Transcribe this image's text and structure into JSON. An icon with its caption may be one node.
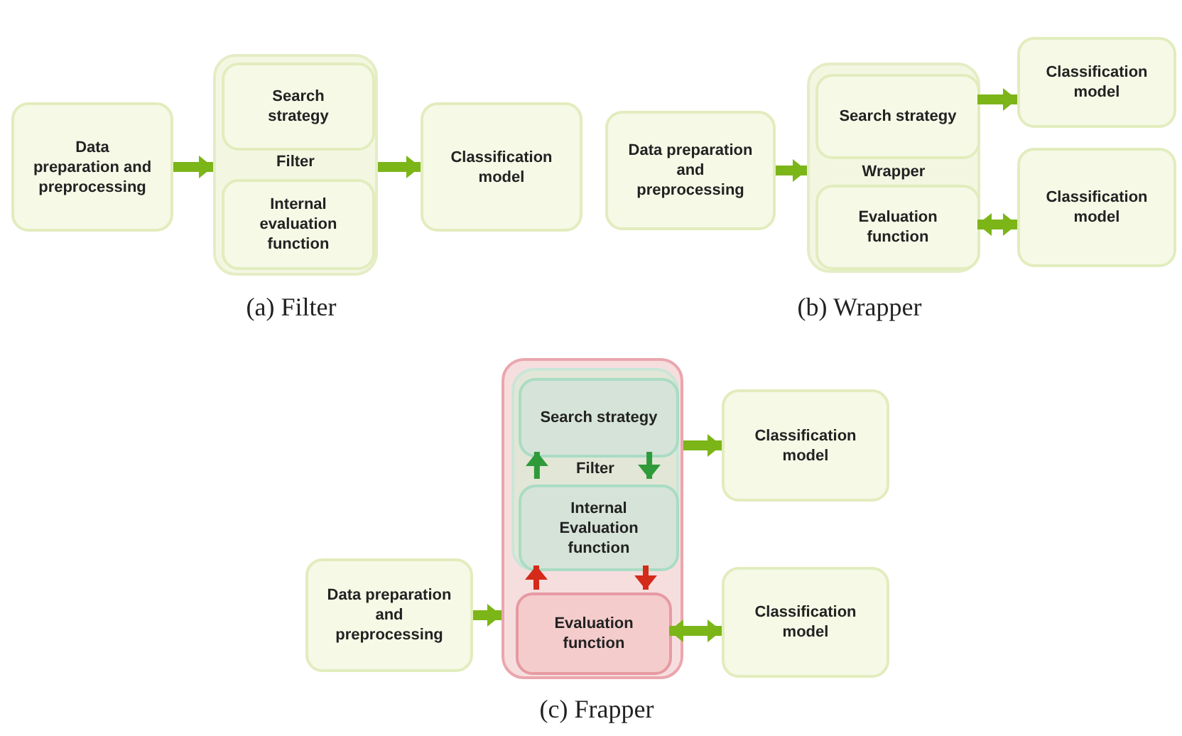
{
  "diagram": {
    "nodes": [
      {
        "text": [
          "Data preparation and preprocessing"
        ]
      },
      {
        "text": [
          "Filter"
        ]
      },
      {
        "text": [
          "Search strategy"
        ],
        "in": 1
      },
      {
        "text": [
          "Internal evaluation function"
        ],
        "in": 1
      },
      {
        "text": [
          "Classification model"
        ]
      },
      {
        "text": [
          "Data preparation and preprocessing"
        ]
      },
      {
        "text": [
          "Wrapper"
        ]
      },
      {
        "text": [
          "Search strategy"
        ],
        "in": 6
      },
      {
        "text": [
          "Evaluation function"
        ],
        "in": 6
      },
      {
        "text": [
          "Classification model"
        ]
      },
      {
        "text": [
          "Classification model"
        ]
      },
      {
        "text": [],
        "shape": "box"
      },
      {
        "text": [
          "Filter"
        ],
        "in": 11
      },
      {
        "text": [
          "Search strategy"
        ],
        "in": 12
      },
      {
        "text": [
          "Internal Evaluation function"
        ],
        "in": 12
      },
      {
        "text": [
          "Evaluation function"
        ],
        "in": 11
      },
      {
        "text": [
          "Data preparation and preprocessing"
        ]
      },
      {
        "text": [
          "Classification model"
        ]
      },
      {
        "text": [
          "Classification model"
        ]
      }
    ],
    "edges": [
      {
        "from": 0,
        "to": 1,
        "arrow": "to"
      },
      {
        "from": 1,
        "to": 4,
        "arrow": "to"
      },
      {
        "from": 5,
        "to": 6,
        "arrow": "to"
      },
      {
        "from": 7,
        "to": 9,
        "arrow": "to"
      },
      {
        "from": 8,
        "to": 10,
        "arrow": "both"
      },
      {
        "from": 14,
        "to": 13,
        "arrow": "to",
        "color": "#2f9a3a"
      },
      {
        "from": 13,
        "to": 14,
        "arrow": "to",
        "color": "#2f9a3a"
      },
      {
        "from": 15,
        "to": 14,
        "arrow": "to",
        "color": "#d42a1a"
      },
      {
        "from": 14,
        "to": 15,
        "arrow": "to",
        "color": "#d42a1a"
      },
      {
        "from": 16,
        "to": 11,
        "arrow": "to"
      },
      {
        "from": 11,
        "to": 17,
        "arrow": "to"
      },
      {
        "from": 15,
        "to": 18,
        "arrow": "both"
      }
    ],
    "labels": [
      "(a) Filter",
      "(b) Wrapper",
      "(c) Frapper"
    ]
  }
}
